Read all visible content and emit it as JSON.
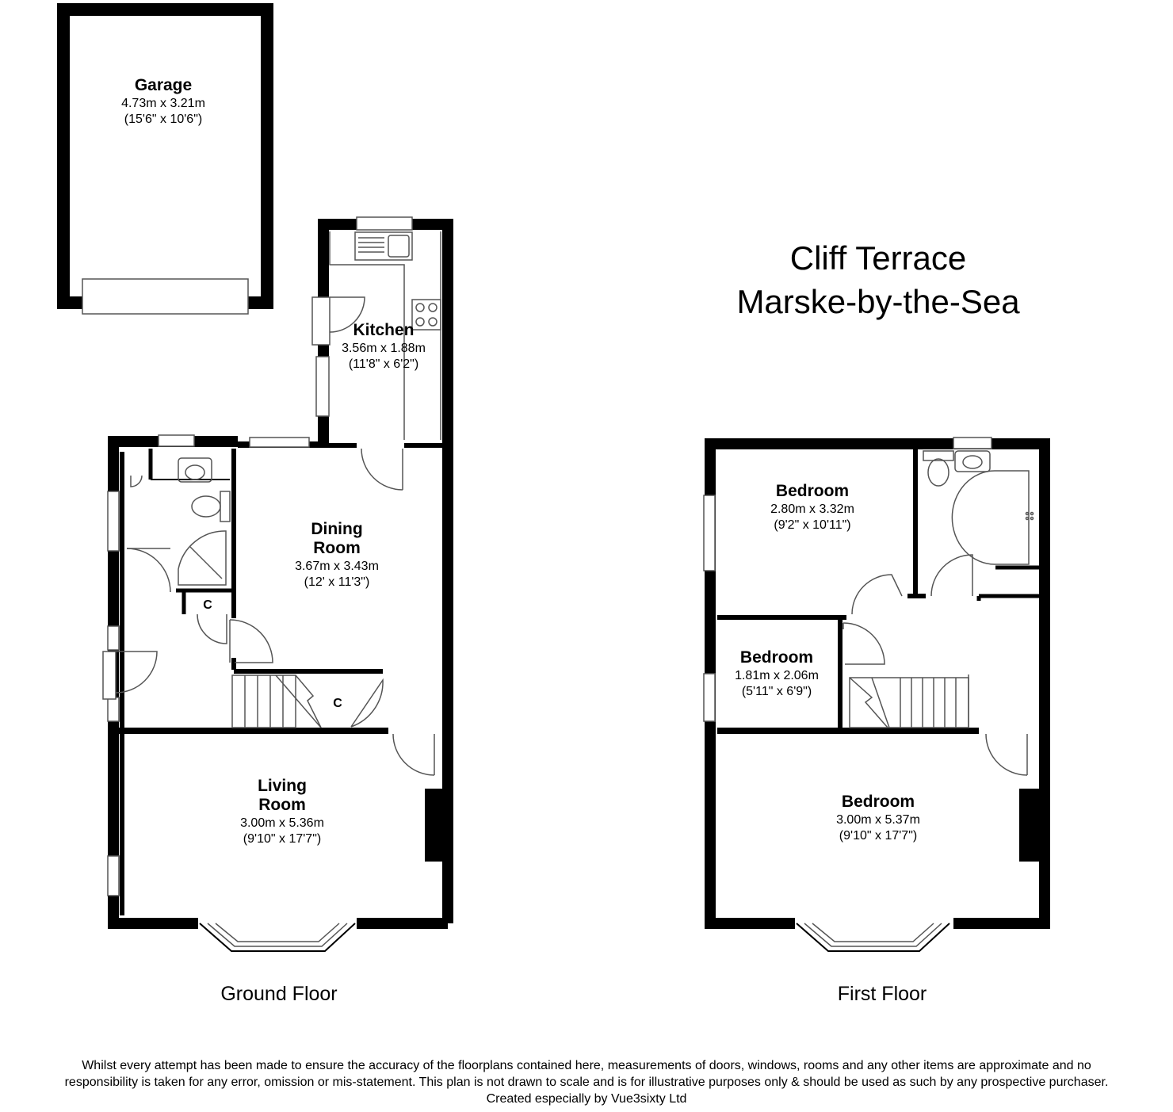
{
  "title": {
    "line1": "Cliff Terrace",
    "line2": "Marske-by-the-Sea"
  },
  "ground_floor": {
    "label": "Ground Floor",
    "garage": {
      "name": "Garage",
      "metric": "4.73m x 3.21m",
      "imperial": "(15'6\" x 10'6\")"
    },
    "kitchen": {
      "name": "Kitchen",
      "metric": "3.56m x 1.88m",
      "imperial": "(11'8\" x 6'2\")"
    },
    "dining_room": {
      "name_line1": "Dining",
      "name_line2": "Room",
      "metric": "3.67m x 3.43m",
      "imperial": "(12' x 11'3\")"
    },
    "living_room": {
      "name_line1": "Living",
      "name_line2": "Room",
      "metric": "3.00m x 5.36m",
      "imperial": "(9'10\" x 17'7\")"
    },
    "cupboard_hall": "C",
    "cupboard_stairs": "C"
  },
  "first_floor": {
    "label": "First Floor",
    "bedroom_rear": {
      "name": "Bedroom",
      "metric": "2.80m x 3.32m",
      "imperial": "(9'2\" x 10'11\")"
    },
    "bedroom_small": {
      "name": "Bedroom",
      "metric": "1.81m x 2.06m",
      "imperial": "(5'11\" x 6'9\")"
    },
    "bedroom_front": {
      "name": "Bedroom",
      "metric": "3.00m x 5.37m",
      "imperial": "(9'10\" x 17'7\")"
    }
  },
  "disclaimer": {
    "line1": "Whilst every attempt has been made to ensure the accuracy of the floorplans contained here, measurements of doors, windows, rooms and any other items are approximate and no",
    "line2": "responsibility is taken for any error, omission or mis-statement. This plan is not drawn to scale and is for illustrative purposes only & should be used as such by any prospective purchaser.",
    "line3": "Created especially by Vue3sixty Ltd"
  }
}
